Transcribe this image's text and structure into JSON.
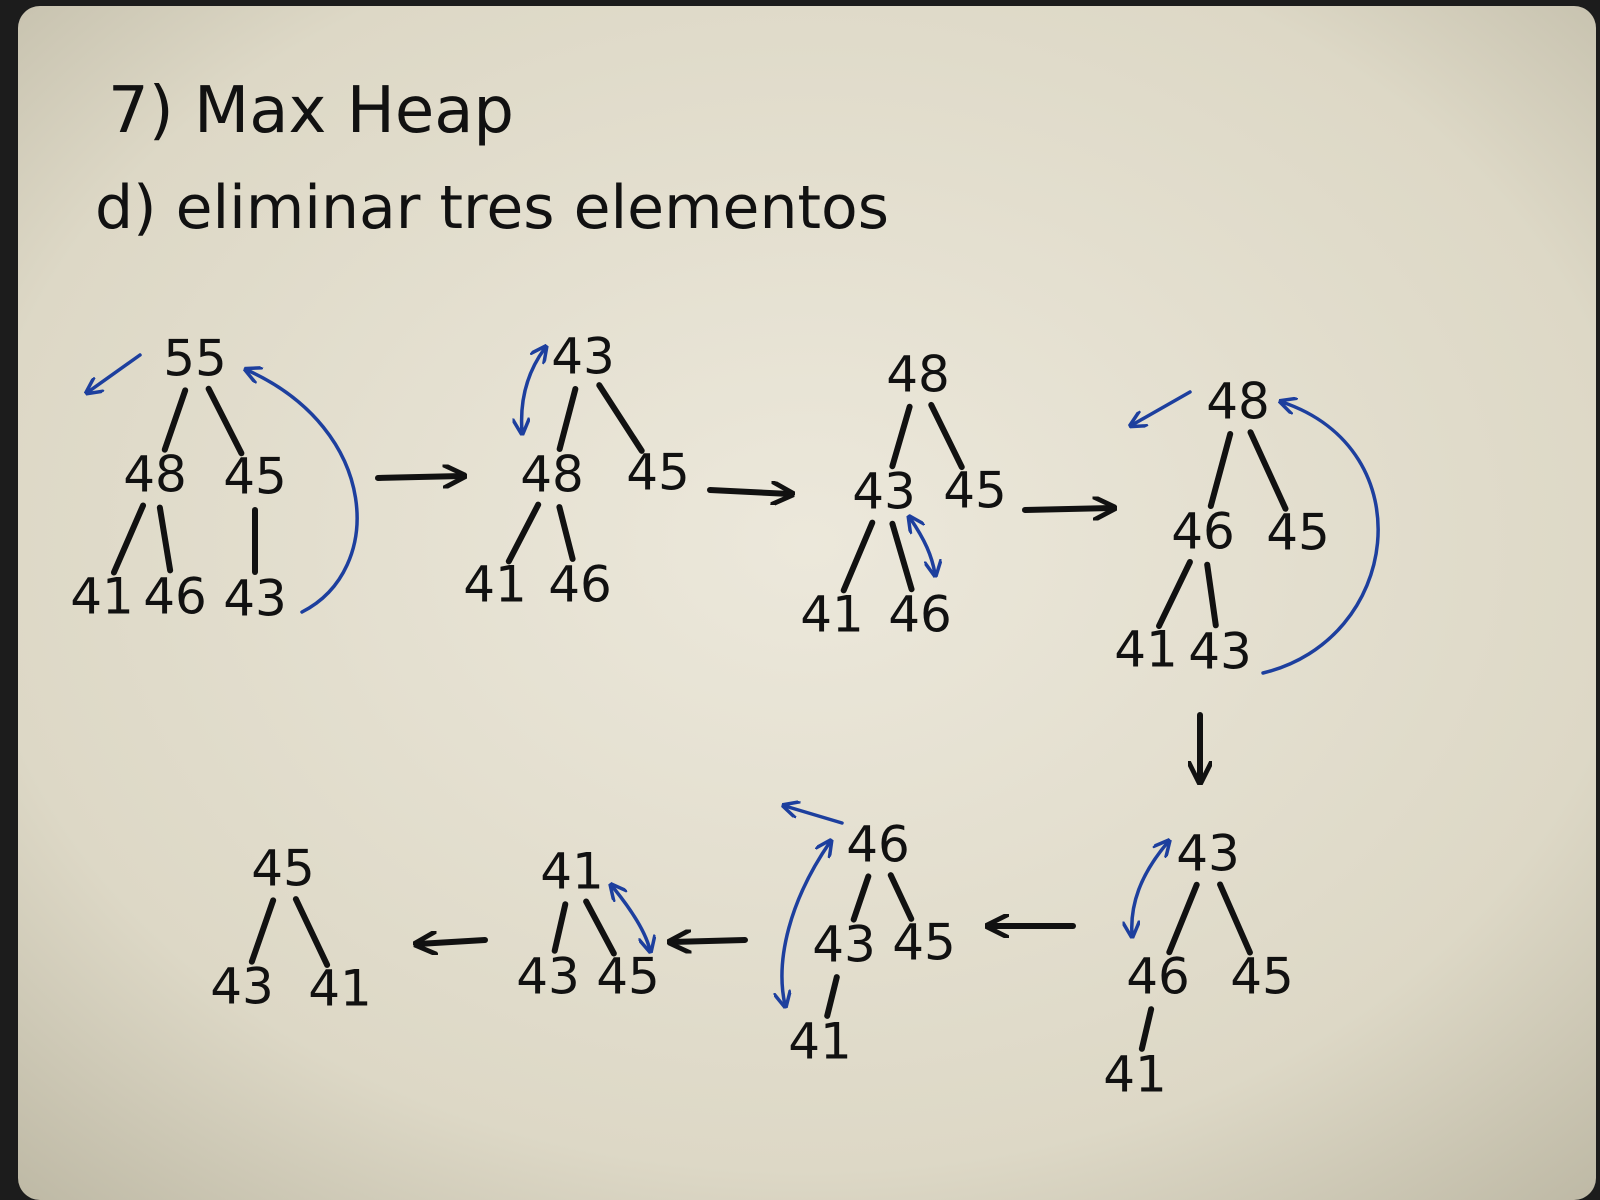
{
  "board": {
    "title": "7) Max Heap",
    "subtitle": "d) eliminar tres elementos"
  },
  "colors": {
    "ink": "#111111",
    "swap_ink": "#1d3f9e",
    "board_bg": "#e9e4d6",
    "frame": "#1c1c1c"
  },
  "steps": [
    {
      "nodes": [
        "55",
        "48",
        "45",
        "41",
        "46",
        "43"
      ]
    },
    {
      "nodes": [
        "43",
        "48",
        "45",
        "41",
        "46"
      ]
    },
    {
      "nodes": [
        "48",
        "43",
        "45",
        "41",
        "46"
      ]
    },
    {
      "nodes": [
        "48",
        "46",
        "45",
        "41",
        "43"
      ]
    },
    {
      "nodes": [
        "43",
        "46",
        "45",
        "41"
      ]
    },
    {
      "nodes": [
        "46",
        "43",
        "45",
        "41"
      ]
    },
    {
      "nodes": [
        "41",
        "43",
        "45"
      ]
    },
    {
      "nodes": [
        "45",
        "43",
        "41"
      ]
    }
  ]
}
